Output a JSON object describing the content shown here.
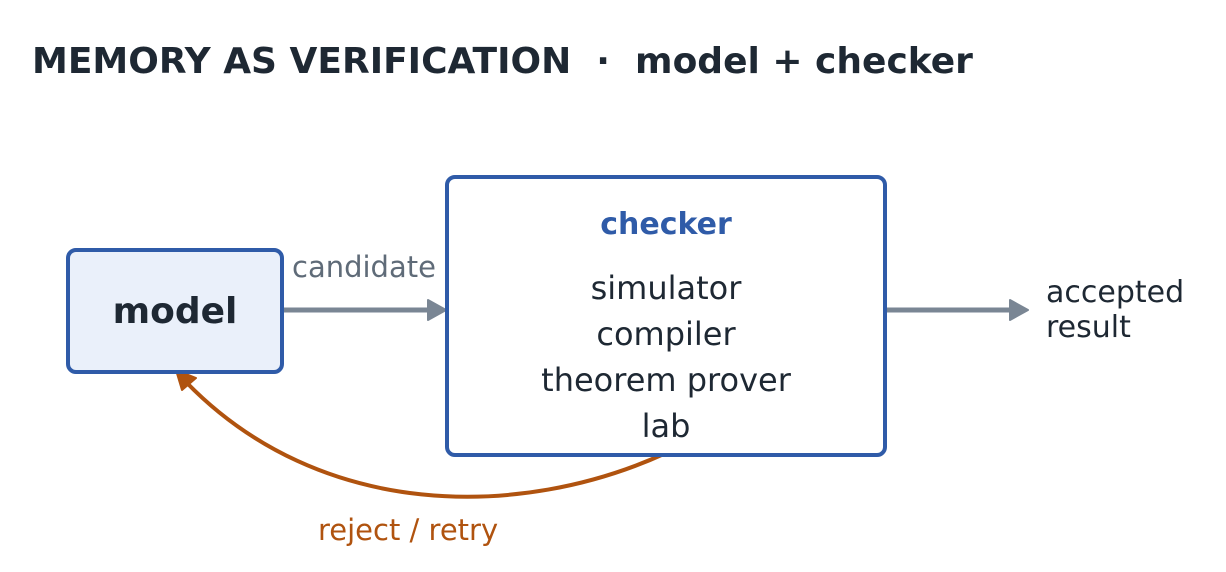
{
  "title": "MEMORY AS VERIFICATION  ·  model + checker",
  "model": {
    "label": "model"
  },
  "checker": {
    "title": "checker",
    "items": [
      "simulator",
      "compiler",
      "theorem prover",
      "lab"
    ]
  },
  "edges": {
    "candidate": "candidate",
    "accepted": "accepted\nresult",
    "retry": "reject / retry"
  },
  "colors": {
    "box_border": "#2f5ba8",
    "model_fill": "#eaf0fa",
    "arrow_gray": "#7a8694",
    "retry_orange": "#b0530f",
    "text_dark": "#1e2833"
  }
}
